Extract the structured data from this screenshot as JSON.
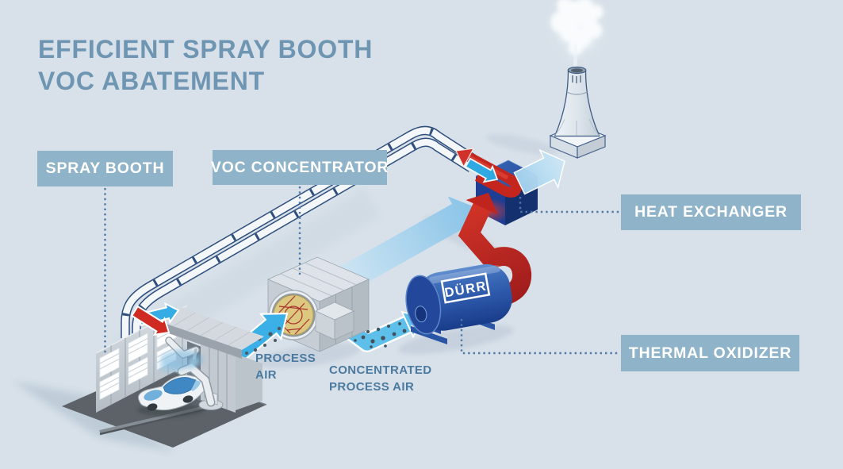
{
  "title": {
    "line1": "EFFICIENT SPRAY BOOTH",
    "line2": "VOC ABATEMENT"
  },
  "labels": {
    "spray_booth": "SPRAY BOOTH",
    "voc_concentrator": "VOC CONCENTRATOR",
    "heat_exchanger": "HEAT EXCHANGER",
    "thermal_oxidizer": "THERMAL OXIDIZER"
  },
  "annotations": {
    "process_air_line1": "PROCESS",
    "process_air_line2": "AIR",
    "concentrated_line1": "CONCENTRATED",
    "concentrated_line2": "PROCESS AIR"
  },
  "equipment_logo": "DÜRR",
  "colors": {
    "background": "#D8E1E9",
    "title_text": "#6E95B1",
    "label_background": "#8FB3C8",
    "label_text": "#FFFFFF",
    "annotation_text": "#4B7AA0",
    "hot_gas_red": "#C5271F",
    "clean_air_blue": "#2FA9E2",
    "pale_air_blue": "#A8D3EE",
    "equipment_blue": "#2A55A6",
    "pipe_outline": "#2F4F7D",
    "leader_dots": "#4F79A6"
  }
}
